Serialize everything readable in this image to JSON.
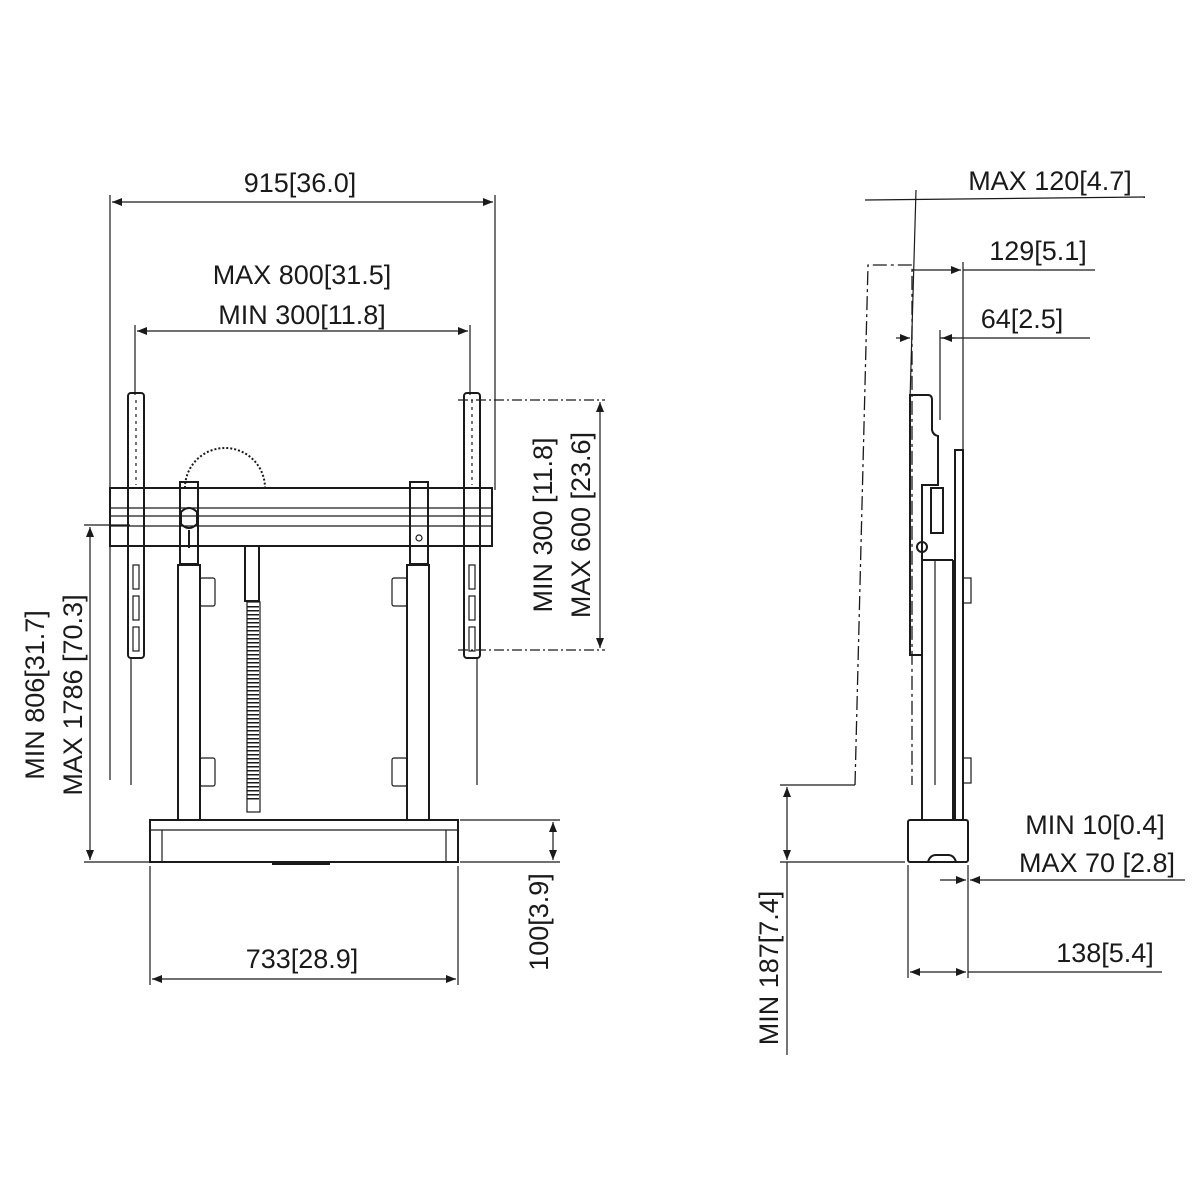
{
  "front_view": {
    "overall_width": "915[36.0]",
    "vesa_max_width": "MAX 800[31.5]",
    "vesa_min_width": "MIN 300[11.8]",
    "vesa_min_height": "MIN 300 [11.8]",
    "vesa_max_height": "MAX 600 [23.6]",
    "height_min": "MIN 806[31.7]",
    "height_max": "MAX 1786 [70.3]",
    "base_width": "733[28.9]",
    "base_height": "100[3.9]"
  },
  "side_view": {
    "max_tilt_depth": "MAX 120[4.7]",
    "depth_129": "129[5.1]",
    "depth_64": "64[2.5]",
    "wall_gap_min": "MIN 10[0.4]",
    "wall_gap_max": "MAX 70 [2.8]",
    "base_depth": "138[5.4]",
    "floor_clearance_min": "MIN 187[7.4]"
  }
}
